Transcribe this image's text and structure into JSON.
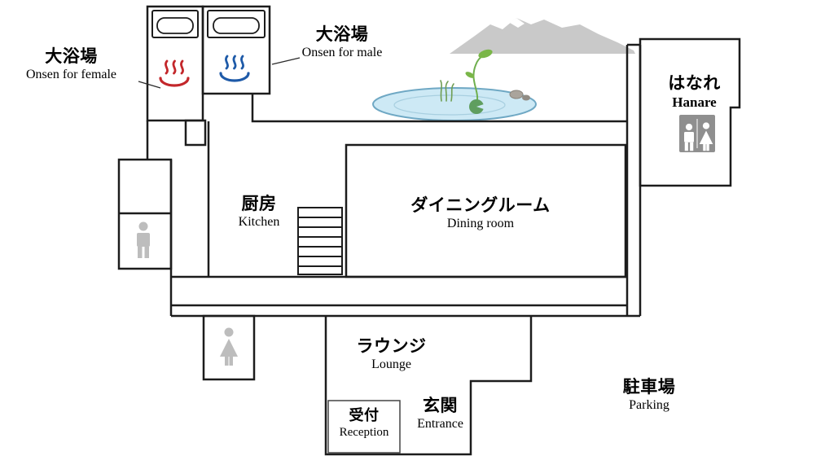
{
  "page": {
    "background": "#ffffff",
    "description": "Japanese ryokan / onsen floor plan"
  },
  "colors": {
    "wall": "#1c1c1c",
    "onsen_female": "#c3272b",
    "onsen_male": "#1e5aa8",
    "restroom_gray": "#bdbdbd",
    "restroom_box": "#8f8f8f",
    "restroom_figure_white": "#ffffff",
    "mountain": "#c9c9c9",
    "pond_fill": "#cde9f5",
    "pond_stroke": "#6fa8c4",
    "plant_green": "#6faf4e"
  },
  "labels": {
    "onsen_female": {
      "jp": "大浴場",
      "en": "Onsen for female"
    },
    "onsen_male": {
      "jp": "大浴場",
      "en": "Onsen for male"
    },
    "hanare": {
      "jp": "はなれ",
      "en": "Hanare"
    },
    "kitchen": {
      "jp": "厨房",
      "en": "Kitchen"
    },
    "dining_room": {
      "jp": "ダイニングルーム",
      "en": "Dining room"
    },
    "lounge": {
      "jp": "ラウンジ",
      "en": "Lounge"
    },
    "reception": {
      "jp": "受付",
      "en": "Reception"
    },
    "entrance": {
      "jp": "玄関",
      "en": "Entrance"
    },
    "parking": {
      "jp": "駐車場",
      "en": "Parking"
    }
  },
  "icons": {
    "onsen_mark": "hot-springs ♨",
    "male_restroom": "man-silhouette",
    "female_restroom": "woman-silhouette",
    "shared_restroom": "man-and-woman-restroom-sign",
    "stairs": "staircase",
    "bathtub": "bathtub-top-view",
    "pond": "garden-pond-with-lotus",
    "mountain": "mountain-silhouette"
  }
}
